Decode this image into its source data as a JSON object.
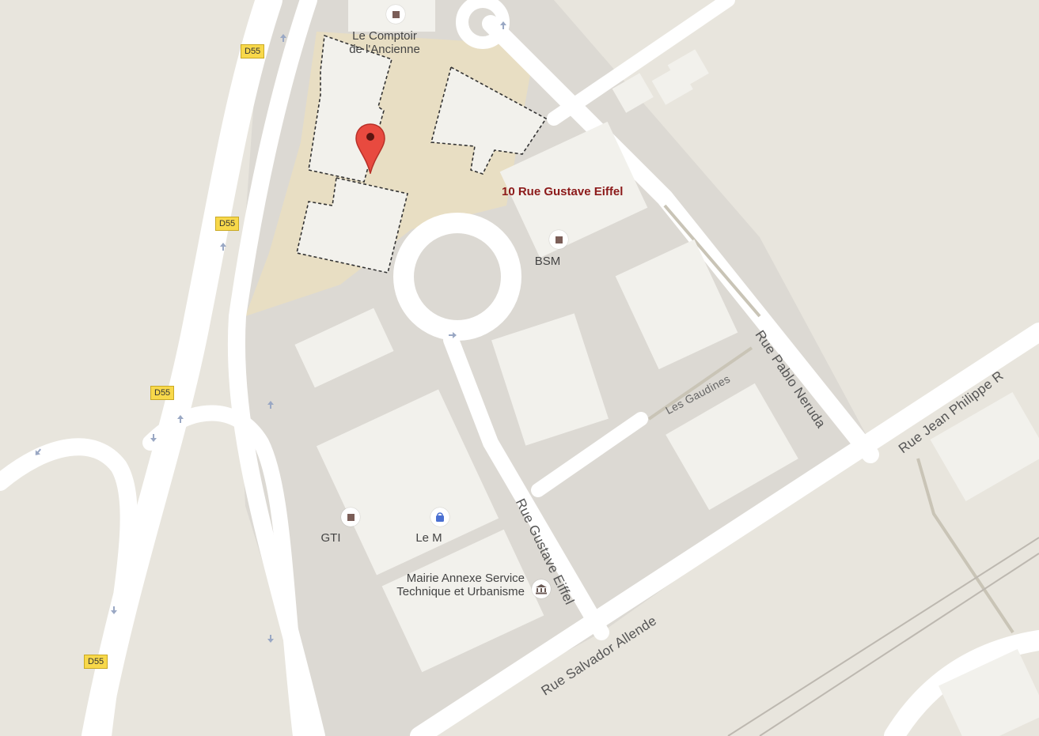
{
  "map": {
    "address_label": "10 Rue Gustave Eiffel",
    "pois": [
      {
        "label_lines": [
          "Le Comptoir",
          "de l'Ancienne"
        ],
        "icon": "building-icon"
      },
      {
        "label_lines": [
          "BSM"
        ],
        "icon": "building-icon"
      },
      {
        "label_lines": [
          "GTI"
        ],
        "icon": "building-icon"
      },
      {
        "label_lines": [
          "Le M"
        ],
        "icon": "shopping-bag-icon"
      },
      {
        "label_lines": [
          "Mairie Annexe Service",
          "Technique et Urbanisme"
        ],
        "icon": "government-building-icon"
      }
    ],
    "streets": {
      "pablo_neruda": "Rue Pablo Neruda",
      "jean_philippe": "Rue Jean Philippe R",
      "les_gaudines": "Les Gaudines",
      "gustave_eiffel": "Rue Gustave Eiffel",
      "salvador_allende": "Rue Salvador Allende"
    },
    "road_shields": [
      "D55",
      "D55",
      "D55",
      "D55"
    ],
    "marker_icon": "location-pin-icon",
    "colors": {
      "background": "#e8e5dd",
      "road": "#ffffff",
      "building": "#f2f1ec",
      "highlight_area": "#e8dec3",
      "marker": "#e84a3f",
      "address_text": "#8c1a1a",
      "shield": "#f8d84a"
    }
  }
}
